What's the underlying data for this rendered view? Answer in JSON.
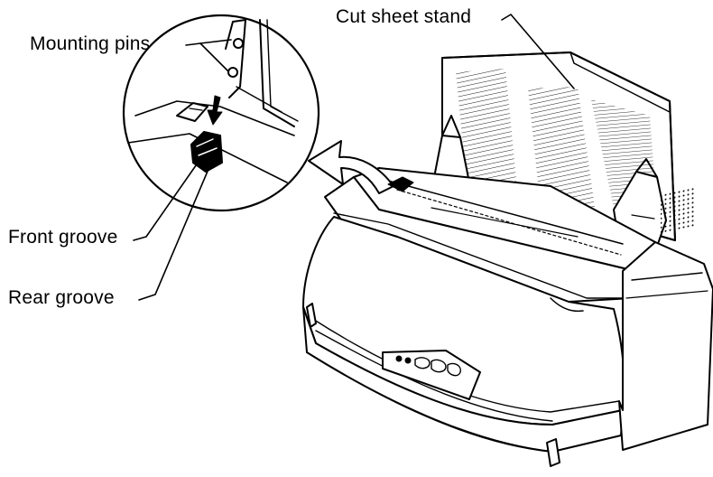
{
  "diagram": {
    "labels": {
      "cut_sheet_stand": "Cut sheet stand",
      "mounting_pins": "Mounting pins",
      "front_groove": "Front groove",
      "rear_groove": "Rear groove"
    },
    "colors": {
      "ink": "#000000",
      "paper": "#ffffff"
    },
    "icons": {
      "install_arrow": "arrow-down-icon",
      "detail_arrow": "arrow-left-icon",
      "inset_arrow": "arrow-down-small-icon"
    }
  }
}
